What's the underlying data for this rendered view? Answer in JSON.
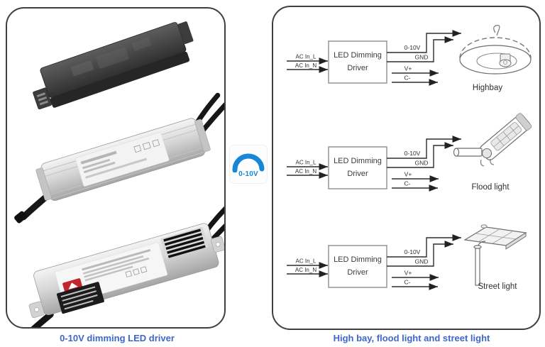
{
  "colors": {
    "caption_blue": "#3e68c8",
    "badge_blue": "#1787d6",
    "panel_border": "#3f3f3f",
    "wire": "#2d2d2d"
  },
  "left_panel": {
    "caption": "0-10V dimming LED driver",
    "products": [
      {
        "icon": "black-led-driver-image"
      },
      {
        "icon": "aluminum-led-driver-image"
      },
      {
        "icon": "silver-finned-led-driver-image"
      }
    ]
  },
  "badge": {
    "label": "0-10V",
    "icon": "dimmer-dial-icon"
  },
  "right_panel": {
    "caption": "High bay, flood light and street light",
    "diagrams": [
      {
        "input_1": "AC In_L",
        "input_2": "AC In_N",
        "box_line_1": "LED Dimming",
        "box_line_2": "Driver",
        "out_1": "0-10V",
        "out_2": "GND",
        "out_3": "V+",
        "out_4": "C-",
        "fixture": "Highbay",
        "icon": "highbay-light-icon"
      },
      {
        "input_1": "AC In_L",
        "input_2": "AC In_N",
        "box_line_1": "LED Dimming",
        "box_line_2": "Driver",
        "out_1": "0-10V",
        "out_2": "GND",
        "out_3": "V+",
        "out_4": "C-",
        "fixture": "Flood light",
        "icon": "flood-light-icon"
      },
      {
        "input_1": "AC In_L",
        "input_2": "AC In_N",
        "box_line_1": "LED Dimming",
        "box_line_2": "Driver",
        "out_1": "0-10V",
        "out_2": "GND",
        "out_3": "V+",
        "out_4": "C-",
        "fixture": "Street light",
        "icon": "street-light-icon"
      }
    ]
  }
}
